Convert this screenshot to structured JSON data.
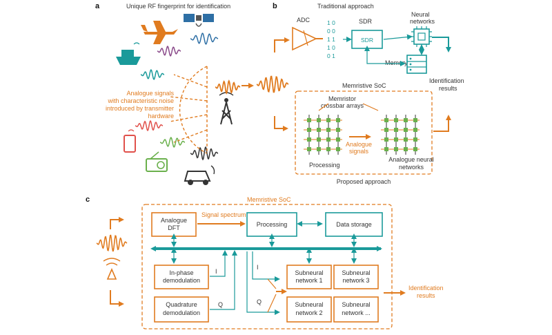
{
  "colors": {
    "orange": "#e07b1f",
    "teal": "#1a9a9a",
    "dark": "#333333",
    "red": "#e0504a",
    "purple": "#8a4a8a",
    "green": "#6ab04c",
    "blue": "#2e6fa5"
  },
  "panel_a": {
    "letter": "a",
    "title": "Unique RF fingerprint for identification",
    "analogue_lines": [
      "Analogue signals",
      "with characteristic noise",
      "introduced by transmitter",
      "hardware"
    ]
  },
  "panel_b": {
    "letter": "b",
    "title": "Traditional approach",
    "adc": "ADC",
    "bits": [
      "1 0",
      "0 0",
      "1 1",
      "1 0",
      "0 1"
    ],
    "sdr_top": "SDR",
    "sdr_box": "SDR",
    "memory": "Memory",
    "neural_lines": [
      "Neural",
      "networks"
    ],
    "id_lines": [
      "Identification",
      "results"
    ],
    "soc_title": "Memristive SoC",
    "crossbar_lines": [
      "Memristor",
      "crossbar arrays"
    ],
    "analogue_sig_lines": [
      "Analogue",
      "signals"
    ],
    "processing": "Processing",
    "ann_lines": [
      "Analogue neural",
      "networks"
    ],
    "proposed": "Proposed approach"
  },
  "panel_c": {
    "letter": "c",
    "soc_title": "Memristive SoC",
    "dft_lines": [
      "Analogue",
      "DFT"
    ],
    "signal_spectrum": "Signal spectrum",
    "processing": "Processing",
    "data_storage": "Data storage",
    "inphase_lines": [
      "In-phase",
      "demodulation"
    ],
    "quad_lines": [
      "Quadrature",
      "demodulation"
    ],
    "i_label": "I",
    "q_label": "Q",
    "sub1_lines": [
      "Subneural",
      "network 1"
    ],
    "sub2_lines": [
      "Subneural",
      "network 2"
    ],
    "sub3_lines": [
      "Subneural",
      "network 3"
    ],
    "subn_lines": [
      "Subneural",
      "network ..."
    ],
    "id_lines": [
      "Identification",
      "results"
    ]
  }
}
